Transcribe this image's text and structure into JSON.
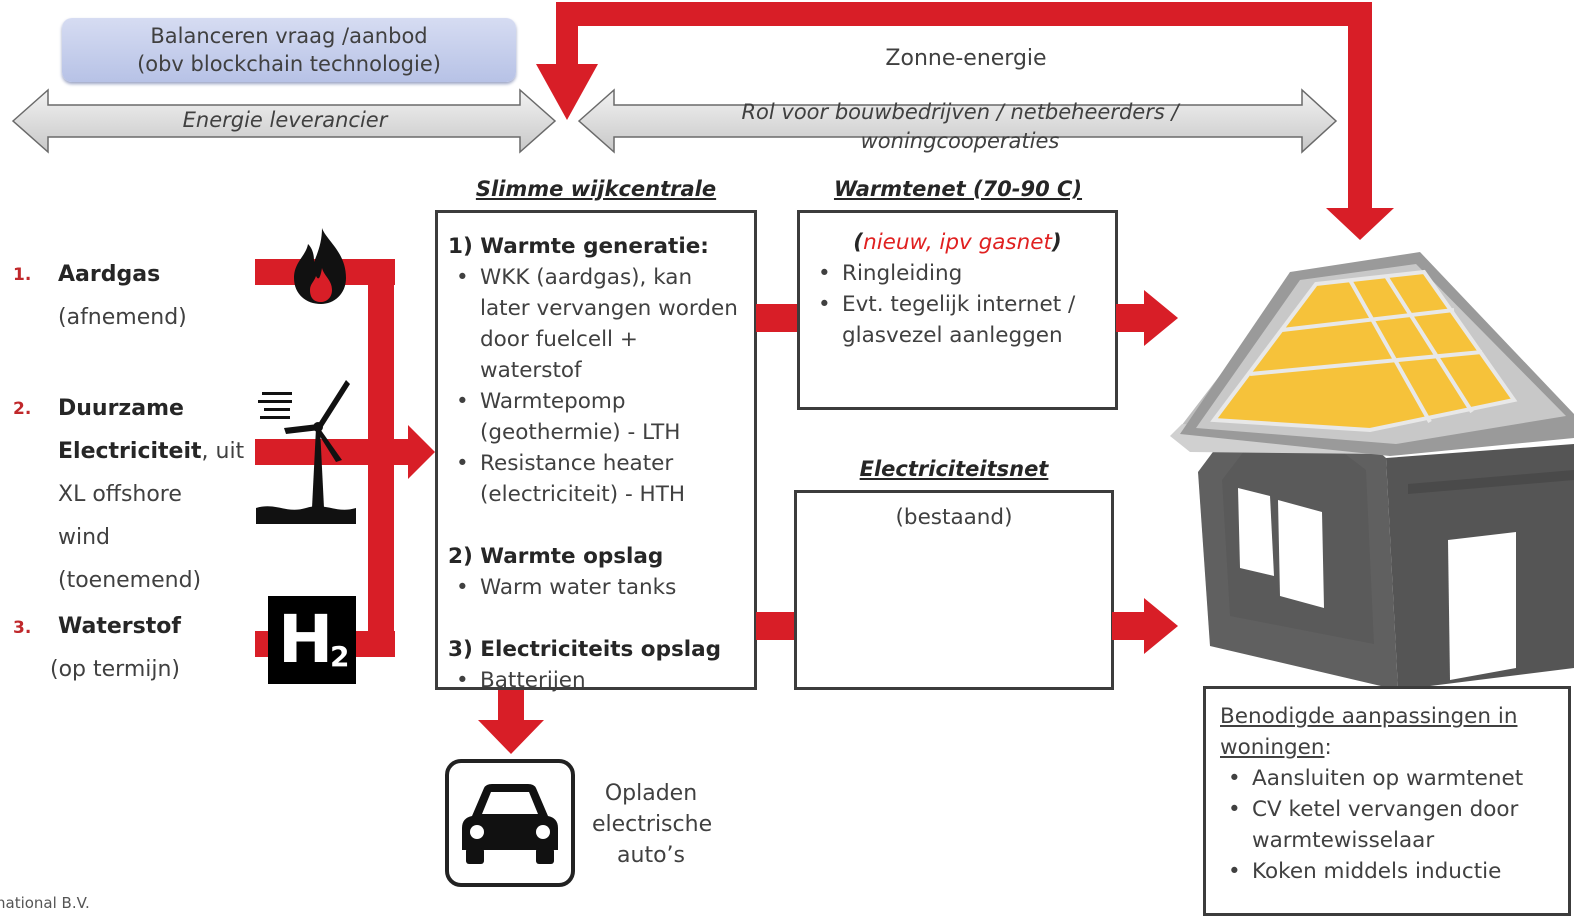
{
  "balance_box": {
    "line1": "Balanceren vraag /aanbod",
    "line2": "(obv blockchain technologie)"
  },
  "arrows": {
    "left_label": "Energie leverancier",
    "right_label_line1": "Rol voor bouwbedrijven / netbeheerders /",
    "right_label_line2": "woningcooperaties"
  },
  "solar_label": "Zonne-energie",
  "sources": [
    {
      "number": "1.",
      "bold": "Aardgas",
      "rest": "",
      "lines": [
        "(afnemend)"
      ],
      "icon": "flame-icon"
    },
    {
      "number": "2.",
      "bold": "Duurzame",
      "bold2": "Electriciteit",
      "rest": ", uit",
      "lines": [
        "XL offshore",
        "wind",
        "(toenemend)"
      ],
      "icon": "wind-turbine-icon"
    },
    {
      "number": "3.",
      "bold": "Waterstof",
      "rest": "",
      "lines": [
        "(op termijn)"
      ],
      "icon": "h2-icon"
    }
  ],
  "central": {
    "title": "Slimme wijkcentrale",
    "sections": [
      {
        "heading": "1) Warmte generatie:",
        "items": [
          "WKK (aardgas), kan later vervangen worden door fuelcell + waterstof",
          "Warmtepomp (geothermie) - LTH",
          "Resistance heater (electriciteit) - HTH"
        ]
      },
      {
        "heading": "2) Warmte opslag",
        "items": [
          "Warm water tanks"
        ]
      },
      {
        "heading": "3) Electriciteits opslag",
        "items": [
          "Batterijen"
        ]
      }
    ]
  },
  "heatnet": {
    "title": "Warmtenet (70-90 C)",
    "note": "nieuw, ipv gasnet",
    "note_color": "#e02020",
    "items": [
      "Ringleiding",
      "Evt. tegelijk internet / glasvezel aanleggen"
    ]
  },
  "elecnet": {
    "title": "Electriciteitsnet",
    "note": "(bestaand)"
  },
  "car": {
    "icon": "car-icon",
    "label": "Opladen electrische auto’s"
  },
  "house": {
    "icon": "house-icon",
    "panel_icon": "solar-panel-icon",
    "adapt_title": "Benodigde aanpassingen in woningen",
    "adapt_colon": ":",
    "items": [
      "Aansluiten op warmtenet",
      "CV ketel vervangen door warmtewisselaar",
      "Koken middels inductie"
    ]
  },
  "footer": "national B.V.",
  "colors": {
    "arrow_red": "#d81e27",
    "panel_yellow": "#f6c23a",
    "house_grey": "#5a5a5a",
    "box_blue": "#c5cdea"
  }
}
